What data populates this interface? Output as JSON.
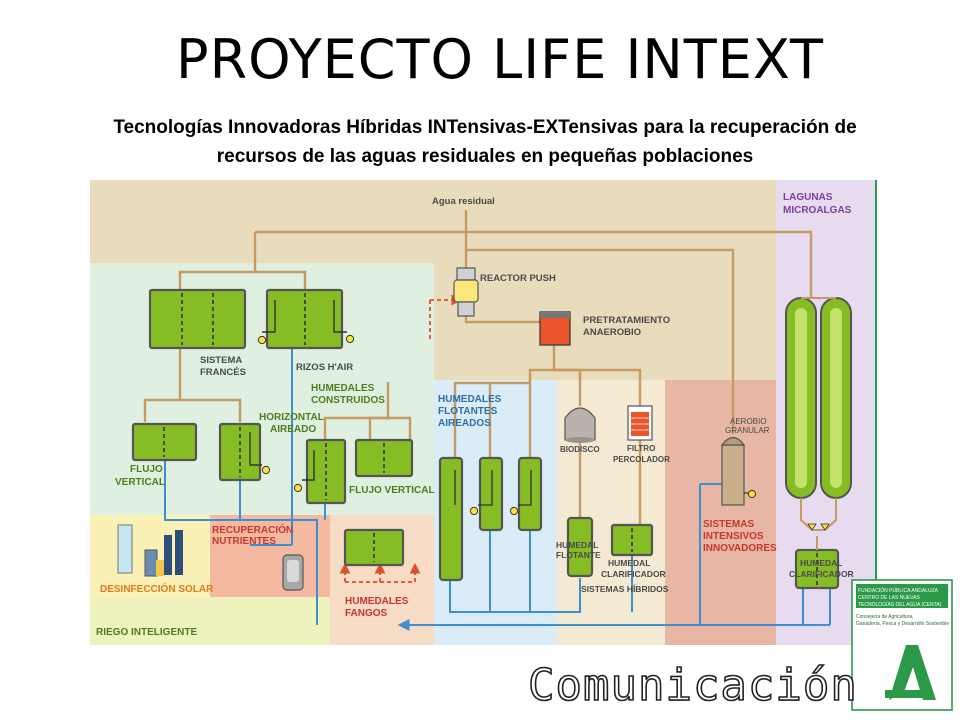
{
  "slide": {
    "title": "PROYECTO LIFE INTEXT",
    "subtitle_line1": "Tecnologías Innovadoras Híbridas INTensivas-EXTensivas para la recuperación de",
    "subtitle_line2": "recursos de las aguas residuales en pequeñas poblaciones",
    "footer_word": "Comunicación"
  },
  "diagram": {
    "labels": {
      "agua_residual": "Agua residual",
      "reactor_push": "REACTOR PUSH",
      "pretratamiento_1": "PRETRATAMIENTO",
      "pretratamiento_2": "ANAEROBIO",
      "lagunas_1": "LAGUNAS",
      "lagunas_2": "MICROALGAS",
      "sistema_frances_1": "SISTEMA",
      "sistema_frances_2": "FRANCÉS",
      "rizos": "RIZOS H'AIR",
      "humedales_construidos_1": "HUMEDALES",
      "humedales_construidos_2": "CONSTRUIDOS",
      "horizontal_1": "HORIZONTAL",
      "horizontal_2": "AIREADO",
      "flujo_vertical_left_1": "FLUJO",
      "flujo_vertical_left_2": "VERTICAL",
      "flujo_vertical_right": "FLUJO VERTICAL",
      "humedales_flotantes_1": "HUMEDALES",
      "humedales_flotantes_2": "FLOTANTES",
      "humedales_flotantes_3": "AIREADOS",
      "biodisco": "BIODISCO",
      "filtro_1": "FILTRO",
      "filtro_2": "PERCOLADOR",
      "aerobio_1": "AEROBIO",
      "aerobio_2": "GRANULAR",
      "humedal_flotante_1": "HUMEDAL",
      "humedal_flotante_2": "FLOTANTE",
      "humedal_clarificador_1": "HUMEDAL",
      "humedal_clarificador_2": "CLARIFICADOR",
      "sistemas_hibridos": "SISTEMAS HÍBRIDOS",
      "sistemas_intensivos_1": "SISTEMAS",
      "sistemas_intensivos_2": "INTENSIVOS",
      "sistemas_intensivos_3": "INNOVADORES",
      "humedal_clarificador_right_1": "HUMEDAL",
      "humedal_clarificador_right_2": "CLARIFICADOR",
      "recuperacion_1": "RECUPERACIÓN",
      "recuperacion_2": "NUTRIENTES",
      "desinfeccion": "DESINFECCIÓN SOLAR",
      "humedales_fangos_1": "HUMEDALES",
      "humedales_fangos_2": "FANGOS",
      "riego": "RIEGO INTELIGENTE"
    },
    "logo": {
      "line1": "FUNDACIÓN PÚBLICA ANDALUZA",
      "line2": "CENTRO DE LAS NUEVAS",
      "line3": "TECNOLOGÍAS DEL AGUA (CENTA)",
      "line4": "Consejería de Agricultura,",
      "line5": "Ganadería, Pesca y Desarrollo Sostenible"
    },
    "colors": {
      "pipe": "#c59a63",
      "water": "#3d8fd0",
      "tank_green": "#86bd24",
      "zone_beige": "#e9dcbc",
      "zone_green": "#dff0e0",
      "zone_blue": "#d9ecf8",
      "zone_salmon": "#e8b6a4",
      "zone_purple": "#e7dcef",
      "junta_green": "#2a9a48"
    }
  }
}
